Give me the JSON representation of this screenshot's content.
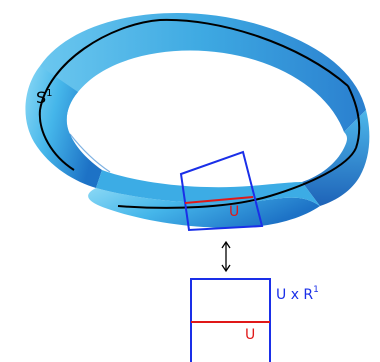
{
  "labels": {
    "circle": "S",
    "circle_sup": "1",
    "subset": "U",
    "subset_lower": "U",
    "product_base": "U x R",
    "product_sup": "1",
    "correspondence_symbol": "↕"
  },
  "colors": {
    "band_light": "#7ed2f3",
    "band_mid": "#3ab0e6",
    "band_dark": "#1f6fc2",
    "band_inner_shadow": "#2d8bd6",
    "center_line": "#000000",
    "patch_outline": "#1a2fe8",
    "segment": "#e01818",
    "label_red": "#e01818",
    "label_blue": "#1a2fe8",
    "label_black": "#000000"
  }
}
